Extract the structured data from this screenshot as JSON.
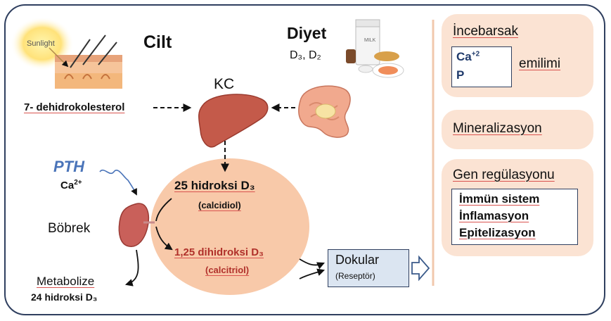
{
  "colors": {
    "frame": "#2f3f5f",
    "circle": "#f8c9a9",
    "panel": "#fbe3d3",
    "calcitriol": "#b0302a",
    "pth": "#4a74b9",
    "tissue_box": "#dbe5f1",
    "calcium_text": "#1f3a6b"
  },
  "skin": {
    "label": "Cilt",
    "sunlight": "Sunlight",
    "precursor": "7- dehidrokolesterol"
  },
  "diet": {
    "label": "Diyet",
    "vitamins": "D₃, D₂",
    "milk_label": "MILK"
  },
  "liver": {
    "label": "KC"
  },
  "pth": {
    "label": "PTH",
    "calcium": "Ca",
    "calcium_sup": "2+"
  },
  "kidney": {
    "label": "Böbrek"
  },
  "metabolism": {
    "label": "Metabolize",
    "product": "24 hidroksi D₃"
  },
  "circle": {
    "calcidiol_name": "25 hidroksi D₃",
    "calcidiol_alias": "(calcidiol)",
    "calcitriol_name": "1,25 dihidroksi D₃",
    "calcitriol_alias": "(calcitriol)"
  },
  "tissues": {
    "label": "Dokular",
    "receptor": "(Reseptör)"
  },
  "effects": {
    "intestine": {
      "title": "İncebarsak",
      "ion_ca": "Ca",
      "ion_ca_sup": "+2",
      "ion_p": "P",
      "absorption": "emilimi"
    },
    "mineralization": {
      "title": "Mineralizasyon"
    },
    "gene": {
      "title": "Gen regülasyonu",
      "items": [
        "İmmün sistem",
        "İnflamasyon",
        "Epitelizasyon"
      ]
    }
  }
}
